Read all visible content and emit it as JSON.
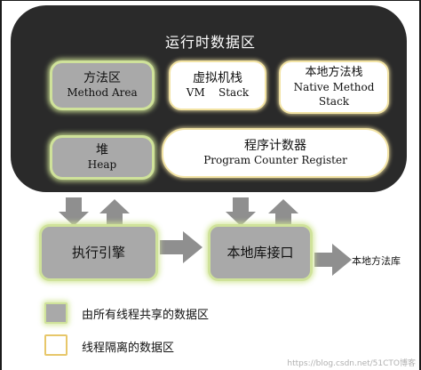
{
  "runtime": {
    "title": "运行时数据区",
    "method_area": {
      "cn": "方法区",
      "en": "Method Area"
    },
    "vm_stack": {
      "cn": "虚拟机栈",
      "en": "VM    Stack"
    },
    "native_stack": {
      "cn": "本地方法栈",
      "en1": "Native Method",
      "en2": "Stack"
    },
    "heap": {
      "cn": "堆",
      "en": "Heap"
    },
    "pc_register": {
      "cn": "程序计数器",
      "en": "Program Counter Register"
    }
  },
  "engine": {
    "label": "执行引擎"
  },
  "native_interface": {
    "label": "本地库接口"
  },
  "native_library": {
    "label": "本地方法库"
  },
  "legend": {
    "shared": "由所有线程共享的数据区",
    "isolated": "线程隔离的数据区"
  },
  "watermark": "https://blog.csdn.net/51CTO博客",
  "colors": {
    "runtime_bg": "#2a2a2a",
    "shared_fill": "#a9a9a9",
    "shared_glow": "#cfe29a",
    "isolated_fill": "#ffffff",
    "isolated_border": "#f2e3a4",
    "arrow": "#8f8f8f"
  }
}
